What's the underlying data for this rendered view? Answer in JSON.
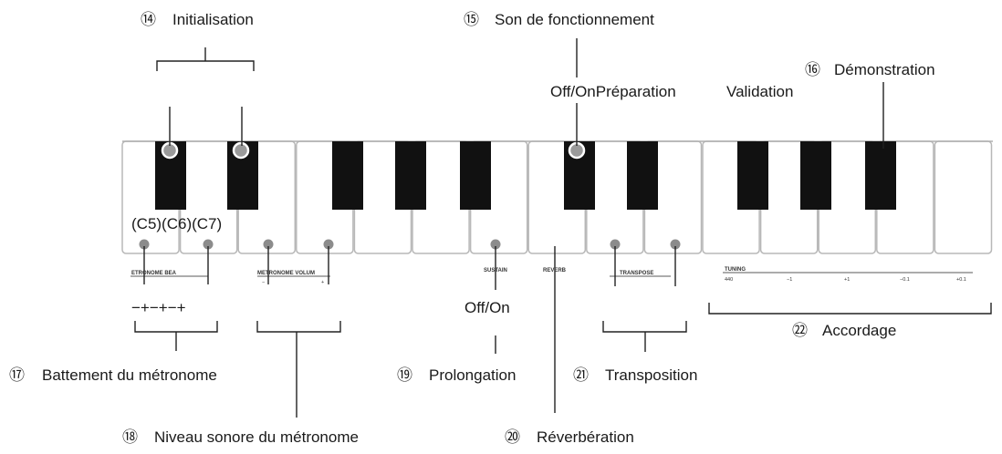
{
  "callouts": {
    "c14": {
      "num": "⑭",
      "label": "Initialisation"
    },
    "c15": {
      "num": "⑮",
      "label": "Son de fonctionnement"
    },
    "c16": {
      "num": "⑯",
      "label": "Démonstration"
    },
    "c17": {
      "num": "⑰",
      "label": "Battement du métronome"
    },
    "c18": {
      "num": "⑱",
      "label": "Niveau sonore du métronome"
    },
    "c19": {
      "num": "⑲",
      "label": "Prolongation"
    },
    "c20": {
      "num": "⑳",
      "label": "Réverbération"
    },
    "c21": {
      "num": "㉑",
      "label": "Transposition"
    },
    "c22": {
      "num": "㉒",
      "label": "Accordage"
    }
  },
  "texts": {
    "off_on_preparation": "Off/OnPréparation",
    "validation": "Validation",
    "off_on": "Off/On",
    "c5c6c7": "(C5)(C6)(C7)",
    "beat_signs": "−+−+−+"
  },
  "panel": {
    "metronome_beat": "ETRONOME BEA",
    "metronome_volume": "METRONOME VOLUM",
    "minus": "−",
    "plus": "+",
    "sustain": "SUSTAIN",
    "reverb": "REVERB",
    "transpose": "TRANSPOSE",
    "tuning": "TUNING",
    "tuning_values": [
      "440",
      "−1",
      "+1",
      "−0.1",
      "+0.1"
    ]
  }
}
